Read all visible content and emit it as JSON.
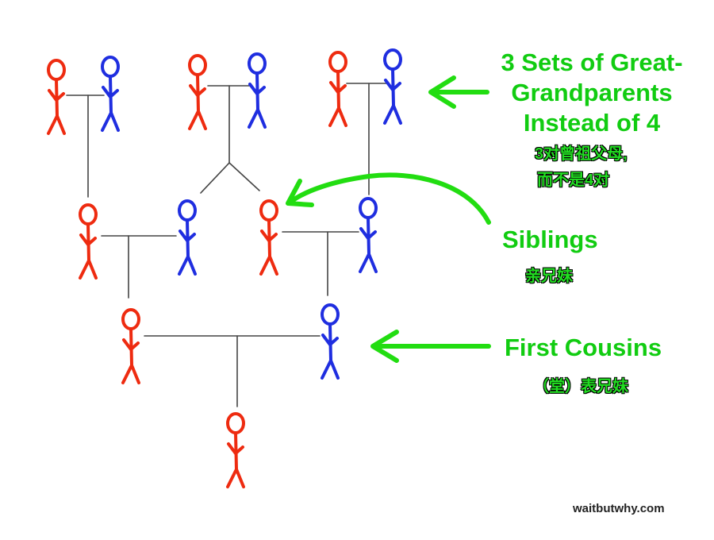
{
  "labels": {
    "great_grandparents_line1": "3 Sets of Great-",
    "great_grandparents_line2": "Grandparents",
    "great_grandparents_line3": "Instead of 4",
    "great_grandparents_zh_line1": "3对曾祖父母,",
    "great_grandparents_zh_line2": "而不是4对",
    "siblings": "Siblings",
    "siblings_zh": "亲兄妹",
    "first_cousins": "First Cousins",
    "first_cousins_zh": "（堂）表兄妹"
  },
  "credit": "waitbutwhy.com",
  "colors": {
    "female": "#ee2b10",
    "male": "#1f2ee0",
    "arrow": "#22dd11",
    "connector": "#444444"
  },
  "figures": [
    {
      "id": "gg-pair1-female",
      "sex": "female"
    },
    {
      "id": "gg-pair1-male",
      "sex": "male"
    },
    {
      "id": "gg-pair2-female",
      "sex": "female"
    },
    {
      "id": "gg-pair2-male",
      "sex": "male"
    },
    {
      "id": "gg-pair3-female",
      "sex": "female"
    },
    {
      "id": "gg-pair3-male",
      "sex": "male"
    },
    {
      "id": "grandmother-left",
      "sex": "female"
    },
    {
      "id": "grandfather-left",
      "sex": "male"
    },
    {
      "id": "sibling-female",
      "sex": "female"
    },
    {
      "id": "grandfather-right",
      "sex": "male"
    },
    {
      "id": "cousin-female",
      "sex": "female"
    },
    {
      "id": "cousin-male",
      "sex": "male"
    },
    {
      "id": "child",
      "sex": "female"
    }
  ]
}
